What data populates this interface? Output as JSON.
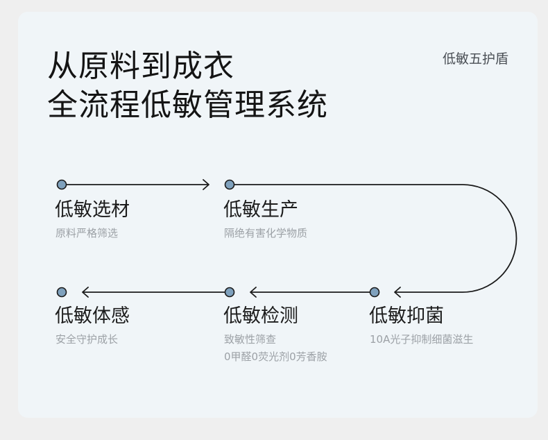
{
  "headline": {
    "line1": "从原料到成衣",
    "line2": "全流程低敏管理系统"
  },
  "tag": "低敏五护盾",
  "steps": [
    {
      "title": "低敏选材",
      "subtitle": "原料严格筛选",
      "subtitle2": ""
    },
    {
      "title": "低敏生产",
      "subtitle": "隔绝有害化学物质",
      "subtitle2": ""
    },
    {
      "title": "低敏抑菌",
      "subtitle": "10A光子抑制细菌滋生",
      "subtitle2": ""
    },
    {
      "title": "低敏检测",
      "subtitle": "致敏性筛查",
      "subtitle2": "0甲醛0荧光剂0芳香胺"
    },
    {
      "title": "低敏体感",
      "subtitle": "安全守护成长",
      "subtitle2": ""
    }
  ],
  "colors": {
    "background": "#efefef",
    "card": "#f0f5f8",
    "line": "#1a1a1a",
    "dot_fill": "#7fa1bd",
    "title_text": "#141414",
    "subtitle_text": "#9ca1a6"
  }
}
